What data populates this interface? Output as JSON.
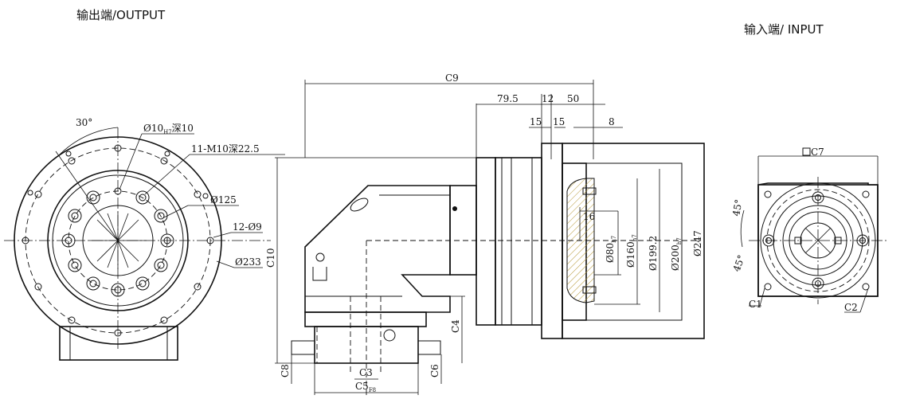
{
  "headers": {
    "output": "输出端/OUTPUT",
    "input": "输入端/ INPUT"
  },
  "output_view": {
    "angle": "30°",
    "pin_hole": "Ø10",
    "pin_hole_tol": "H7",
    "pin_hole_depth": "深10",
    "tapped_holes": "11-M10深22.5",
    "bolt_circle": "Ø125",
    "through_holes": "12-Ø9",
    "outer_circle": "Ø233"
  },
  "side_view": {
    "c9": "C9",
    "d1": "79.5",
    "d2": "12",
    "d3": "50",
    "d4": "15",
    "d5": "15",
    "d6": "8",
    "d7": "16",
    "c10": "C10",
    "c4": "C4",
    "c3": "C3",
    "c5": "C5",
    "c5_tol": "F8",
    "c6": "C6",
    "c8": "C8",
    "dia80": "Ø80",
    "dia80_tol": "h7",
    "dia160": "Ø160",
    "dia160_tol": "h7",
    "dia199": "Ø199.2",
    "dia200": "Ø200",
    "dia200_tol": "h7",
    "dia247": "Ø247"
  },
  "input_view": {
    "c7": "C7",
    "angle1": "45°",
    "angle2": "45°",
    "c1": "C1",
    "c2": "C2"
  }
}
